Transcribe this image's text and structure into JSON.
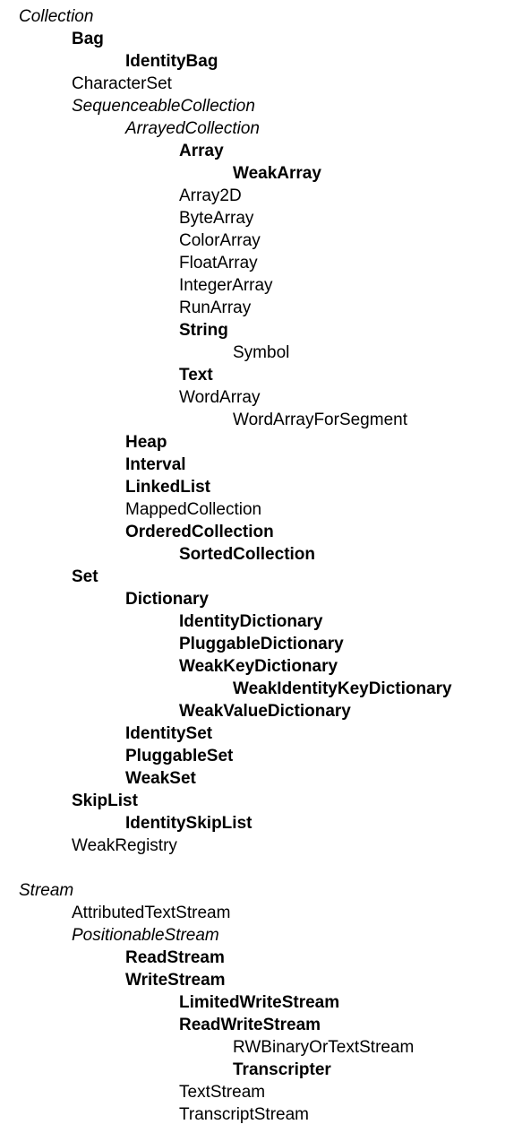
{
  "hierarchies": [
    {
      "classes": [
        {
          "name": "Collection",
          "depth": 0,
          "style": "italic"
        },
        {
          "name": "Bag",
          "depth": 1,
          "style": "bold"
        },
        {
          "name": "IdentityBag",
          "depth": 2,
          "style": "bold"
        },
        {
          "name": "CharacterSet",
          "depth": 1,
          "style": "plain"
        },
        {
          "name": "SequenceableCollection",
          "depth": 1,
          "style": "italic"
        },
        {
          "name": "ArrayedCollection",
          "depth": 2,
          "style": "italic"
        },
        {
          "name": "Array",
          "depth": 3,
          "style": "bold"
        },
        {
          "name": "WeakArray",
          "depth": 4,
          "style": "bold"
        },
        {
          "name": "Array2D",
          "depth": 3,
          "style": "plain"
        },
        {
          "name": "ByteArray",
          "depth": 3,
          "style": "plain"
        },
        {
          "name": "ColorArray",
          "depth": 3,
          "style": "plain"
        },
        {
          "name": "FloatArray",
          "depth": 3,
          "style": "plain"
        },
        {
          "name": "IntegerArray",
          "depth": 3,
          "style": "plain"
        },
        {
          "name": "RunArray",
          "depth": 3,
          "style": "plain"
        },
        {
          "name": "String",
          "depth": 3,
          "style": "bold"
        },
        {
          "name": "Symbol",
          "depth": 4,
          "style": "plain"
        },
        {
          "name": "Text",
          "depth": 3,
          "style": "bold"
        },
        {
          "name": "WordArray",
          "depth": 3,
          "style": "plain"
        },
        {
          "name": "WordArrayForSegment",
          "depth": 4,
          "style": "plain"
        },
        {
          "name": "Heap",
          "depth": 2,
          "style": "bold"
        },
        {
          "name": "Interval",
          "depth": 2,
          "style": "bold"
        },
        {
          "name": "LinkedList",
          "depth": 2,
          "style": "bold"
        },
        {
          "name": "MappedCollection",
          "depth": 2,
          "style": "plain"
        },
        {
          "name": "OrderedCollection",
          "depth": 2,
          "style": "bold"
        },
        {
          "name": "SortedCollection",
          "depth": 3,
          "style": "bold"
        },
        {
          "name": "Set",
          "depth": 1,
          "style": "bold"
        },
        {
          "name": "Dictionary",
          "depth": 2,
          "style": "bold"
        },
        {
          "name": "IdentityDictionary",
          "depth": 3,
          "style": "bold"
        },
        {
          "name": "PluggableDictionary",
          "depth": 3,
          "style": "bold"
        },
        {
          "name": "WeakKeyDictionary",
          "depth": 3,
          "style": "bold"
        },
        {
          "name": "WeakIdentityKeyDictionary",
          "depth": 4,
          "style": "bold"
        },
        {
          "name": "WeakValueDictionary",
          "depth": 3,
          "style": "bold"
        },
        {
          "name": "IdentitySet",
          "depth": 2,
          "style": "bold"
        },
        {
          "name": "PluggableSet",
          "depth": 2,
          "style": "bold"
        },
        {
          "name": "WeakSet",
          "depth": 2,
          "style": "bold"
        },
        {
          "name": "SkipList",
          "depth": 1,
          "style": "bold"
        },
        {
          "name": "IdentitySkipList",
          "depth": 2,
          "style": "bold"
        },
        {
          "name": "WeakRegistry",
          "depth": 1,
          "style": "plain"
        }
      ]
    },
    {
      "classes": [
        {
          "name": "Stream",
          "depth": 0,
          "style": "italic"
        },
        {
          "name": "AttributedTextStream",
          "depth": 1,
          "style": "plain"
        },
        {
          "name": "PositionableStream",
          "depth": 1,
          "style": "italic"
        },
        {
          "name": "ReadStream",
          "depth": 2,
          "style": "bold"
        },
        {
          "name": "WriteStream",
          "depth": 2,
          "style": "bold"
        },
        {
          "name": "LimitedWriteStream",
          "depth": 3,
          "style": "bold"
        },
        {
          "name": "ReadWriteStream",
          "depth": 3,
          "style": "bold"
        },
        {
          "name": "RWBinaryOrTextStream",
          "depth": 4,
          "style": "plain"
        },
        {
          "name": "Transcripter",
          "depth": 4,
          "style": "bold"
        },
        {
          "name": "TextStream",
          "depth": 3,
          "style": "plain"
        },
        {
          "name": "TranscriptStream",
          "depth": 3,
          "style": "plain"
        }
      ]
    }
  ]
}
